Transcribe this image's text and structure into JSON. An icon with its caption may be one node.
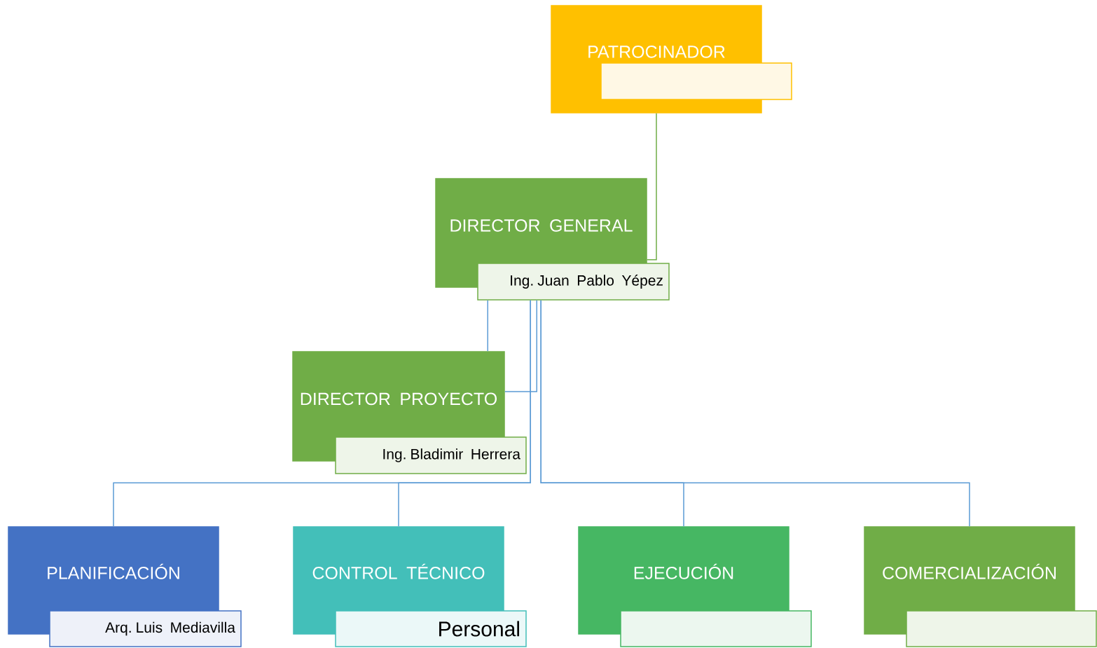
{
  "diagram": {
    "nodes": [
      {
        "text": [
          "PATROCINADOR"
        ]
      },
      {
        "text": [],
        "shape": "box"
      },
      {
        "text": [
          "DIRECTOR GENERAL"
        ]
      },
      {
        "text": [
          "Ing. Juan Pablo Yépez"
        ]
      },
      {
        "text": [
          "DIRECTOR PROYECTO"
        ]
      },
      {
        "text": [
          "Ing. Bladimir Herrera"
        ]
      },
      {
        "text": [
          "PLANIFICACIÓN"
        ]
      },
      {
        "text": [
          "Arq. Luis Mediavilla"
        ]
      },
      {
        "text": [
          "CONTROL TÉCNICO"
        ]
      },
      {
        "text": [
          "Personal"
        ]
      },
      {
        "text": [
          "EJECUCIÓN"
        ]
      },
      {
        "text": [],
        "shape": "box"
      },
      {
        "text": [
          "COMERCIALIZACIÓN"
        ]
      },
      {
        "text": [],
        "shape": "box"
      }
    ],
    "edges": [
      {
        "from": 0,
        "to": 2,
        "arrow": "none",
        "color": "#70ad47"
      },
      {
        "from": 3,
        "to": 4,
        "arrow": "none"
      },
      {
        "from": 3,
        "to": 4,
        "arrow": "none"
      },
      {
        "from": 3,
        "to": 6,
        "arrow": "none"
      },
      {
        "from": 3,
        "to": 8,
        "arrow": "none"
      },
      {
        "from": 3,
        "to": 10,
        "arrow": "none"
      },
      {
        "from": 3,
        "to": 12,
        "arrow": "none"
      }
    ]
  }
}
